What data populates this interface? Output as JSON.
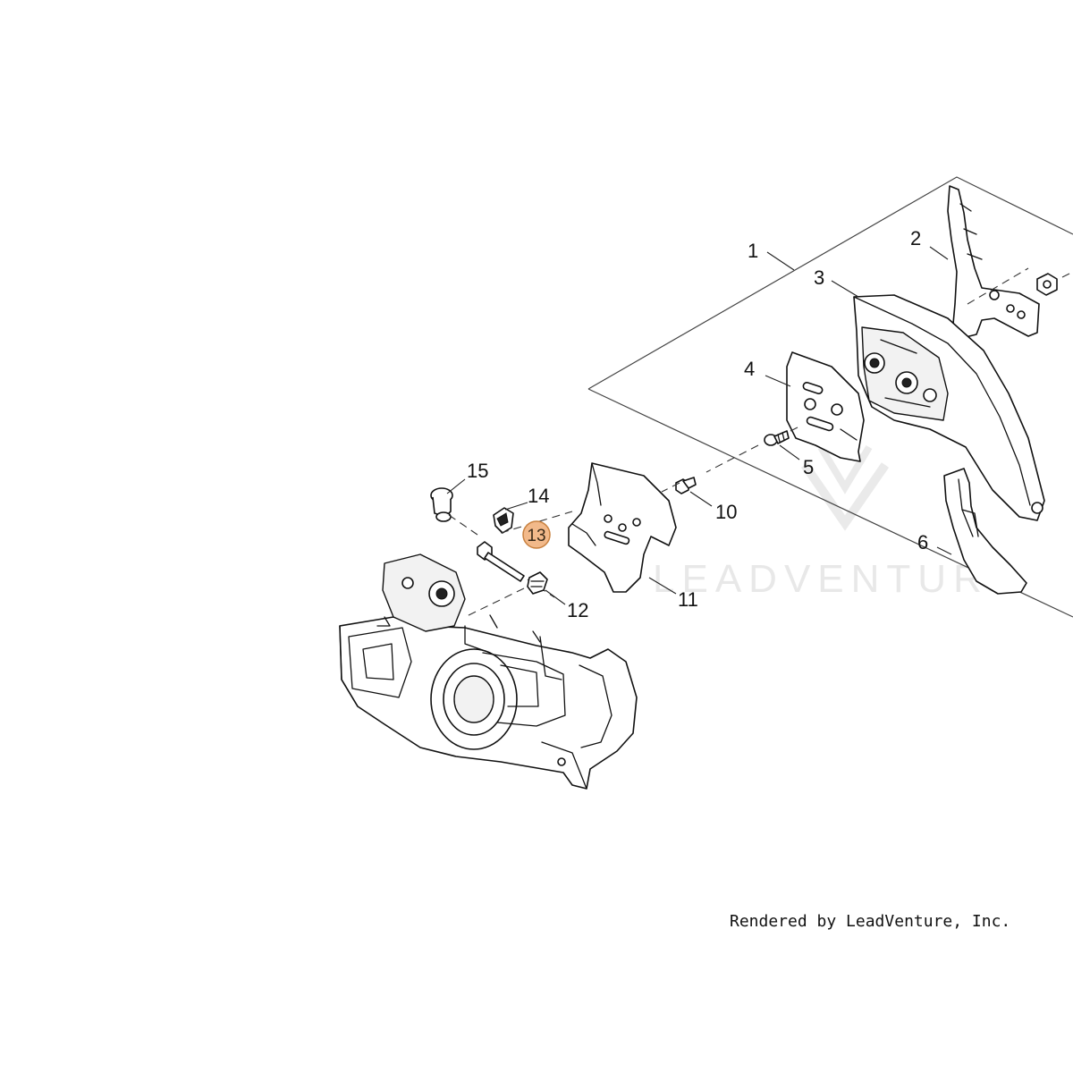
{
  "diagram": {
    "callouts": [
      {
        "id": "1",
        "label": "1"
      },
      {
        "id": "2",
        "label": "2"
      },
      {
        "id": "3",
        "label": "3"
      },
      {
        "id": "4",
        "label": "4"
      },
      {
        "id": "5",
        "label": "5"
      },
      {
        "id": "6",
        "label": "6"
      },
      {
        "id": "10",
        "label": "10"
      },
      {
        "id": "11",
        "label": "11"
      },
      {
        "id": "12",
        "label": "12"
      },
      {
        "id": "13",
        "label": "13",
        "highlighted": true
      },
      {
        "id": "14",
        "label": "14"
      },
      {
        "id": "15",
        "label": "15"
      }
    ],
    "highlight_color": "#f2b98a"
  },
  "watermark": {
    "text": "LEADVENTURE"
  },
  "credit": {
    "text": "Rendered by LeadVenture, Inc."
  }
}
